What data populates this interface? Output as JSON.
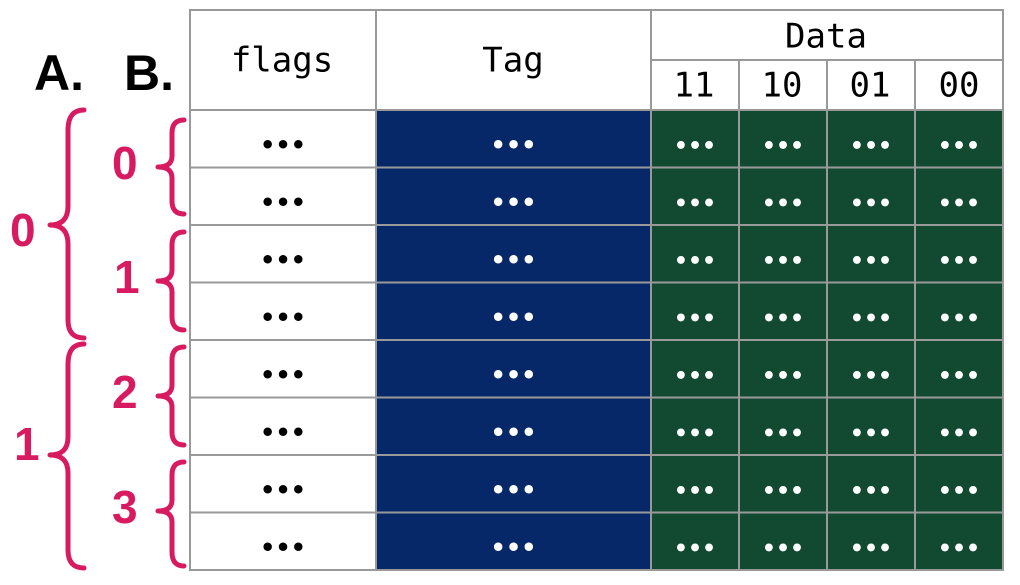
{
  "labels": {
    "a": "A.",
    "b": "B."
  },
  "set_labels": [
    "0",
    "1"
  ],
  "line_labels": [
    "0",
    "1",
    "2",
    "3"
  ],
  "header": {
    "flags": "flags",
    "tag": "Tag",
    "data": "Data",
    "data_columns": [
      "11",
      "10",
      "01",
      "00"
    ]
  },
  "cell_text": "•••",
  "row_count": 8,
  "colors": {
    "brace": "#d81b60",
    "tag_fill": "#062868",
    "data_fill": "#124a31",
    "grid": "#999999",
    "flags_fill": "#ffffff"
  }
}
